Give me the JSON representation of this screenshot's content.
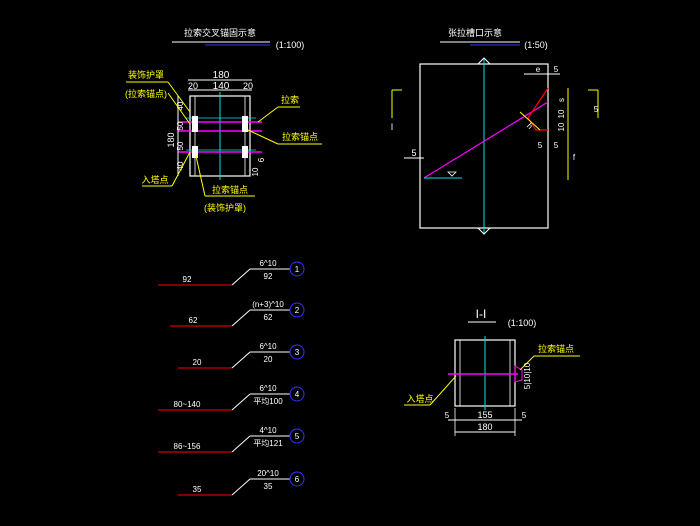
{
  "colors": {
    "background": "#000000",
    "white": "#ffffff",
    "yellow": "#ffff00",
    "cyan": "#00e5e5",
    "magenta": "#ff00ff",
    "red": "#ff0000",
    "blue": "#3333ff"
  },
  "detail_a": {
    "title": "拉索交叉锚固示意",
    "scale": "(1:100)",
    "dim_width": "180",
    "dim_inner": "140",
    "dim_left_edge": "20",
    "dim_right_edge": "20",
    "dim_height": "180",
    "dim_v1": "40",
    "dim_v2": "50",
    "dim_v3": "50",
    "dim_v4": "40",
    "dim_bottom_a": "10",
    "dim_bottom_b": "6",
    "label_cover": "装饰护罩",
    "label_anchor_paren": "(拉索锚点)",
    "label_cable": "拉索",
    "label_anchor_point": "拉索锚点",
    "label_entry": "入塔点",
    "label_anchor_bottom": "拉索锚点",
    "label_cover_paren": "(装饰护罩)"
  },
  "detail_b": {
    "title": "张拉槽口示意",
    "scale": "(1:50)",
    "dim_left": "5",
    "dim_top": "5",
    "dim_e": "e",
    "dim_s": "s",
    "dim_10a": "10",
    "dim_10b": "10",
    "dim_5_mid": "5",
    "dim_5_right": "5",
    "dim_f": "f",
    "dim_h": "h",
    "dim_r": "5",
    "section_mark": "I"
  },
  "weld_callouts": [
    {
      "number": "1",
      "above": "6^10",
      "below": "92",
      "left": "92"
    },
    {
      "number": "2",
      "above": "(n+3)^10",
      "below": "62",
      "left": "62"
    },
    {
      "number": "3",
      "above": "6^10",
      "below": "20",
      "left": "20"
    },
    {
      "number": "4",
      "above": "6^10",
      "below": "平均100",
      "left": "80~140"
    },
    {
      "number": "5",
      "above": "4^10",
      "below": "平均121",
      "left": "86~156"
    },
    {
      "number": "6",
      "above": "20^10",
      "below": "35",
      "left": "35"
    }
  ],
  "section": {
    "title": "I-I",
    "scale": "(1:100)",
    "label_anchor": "拉索锚点",
    "label_entry": "入塔点",
    "dim_total": "180",
    "dim_inner": "155",
    "dim_left": "5",
    "dim_right": "5",
    "dim_side": "5|10|10"
  }
}
